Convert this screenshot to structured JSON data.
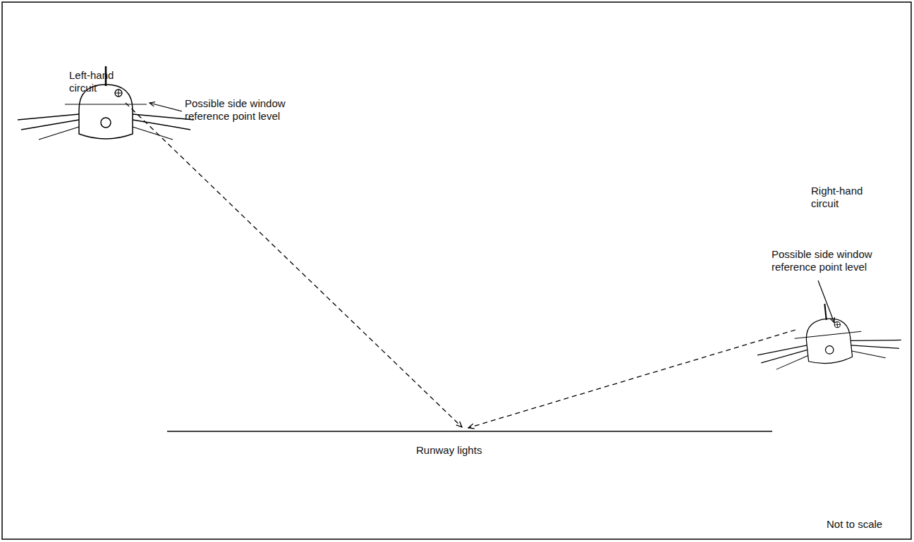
{
  "diagram": {
    "labels": [
      "Left-hand circuit",
      "Possible side window reference point level",
      "Right-hand circuit",
      "Possible side window reference point level",
      "Runway lights",
      "Not to scale"
    ]
  }
}
